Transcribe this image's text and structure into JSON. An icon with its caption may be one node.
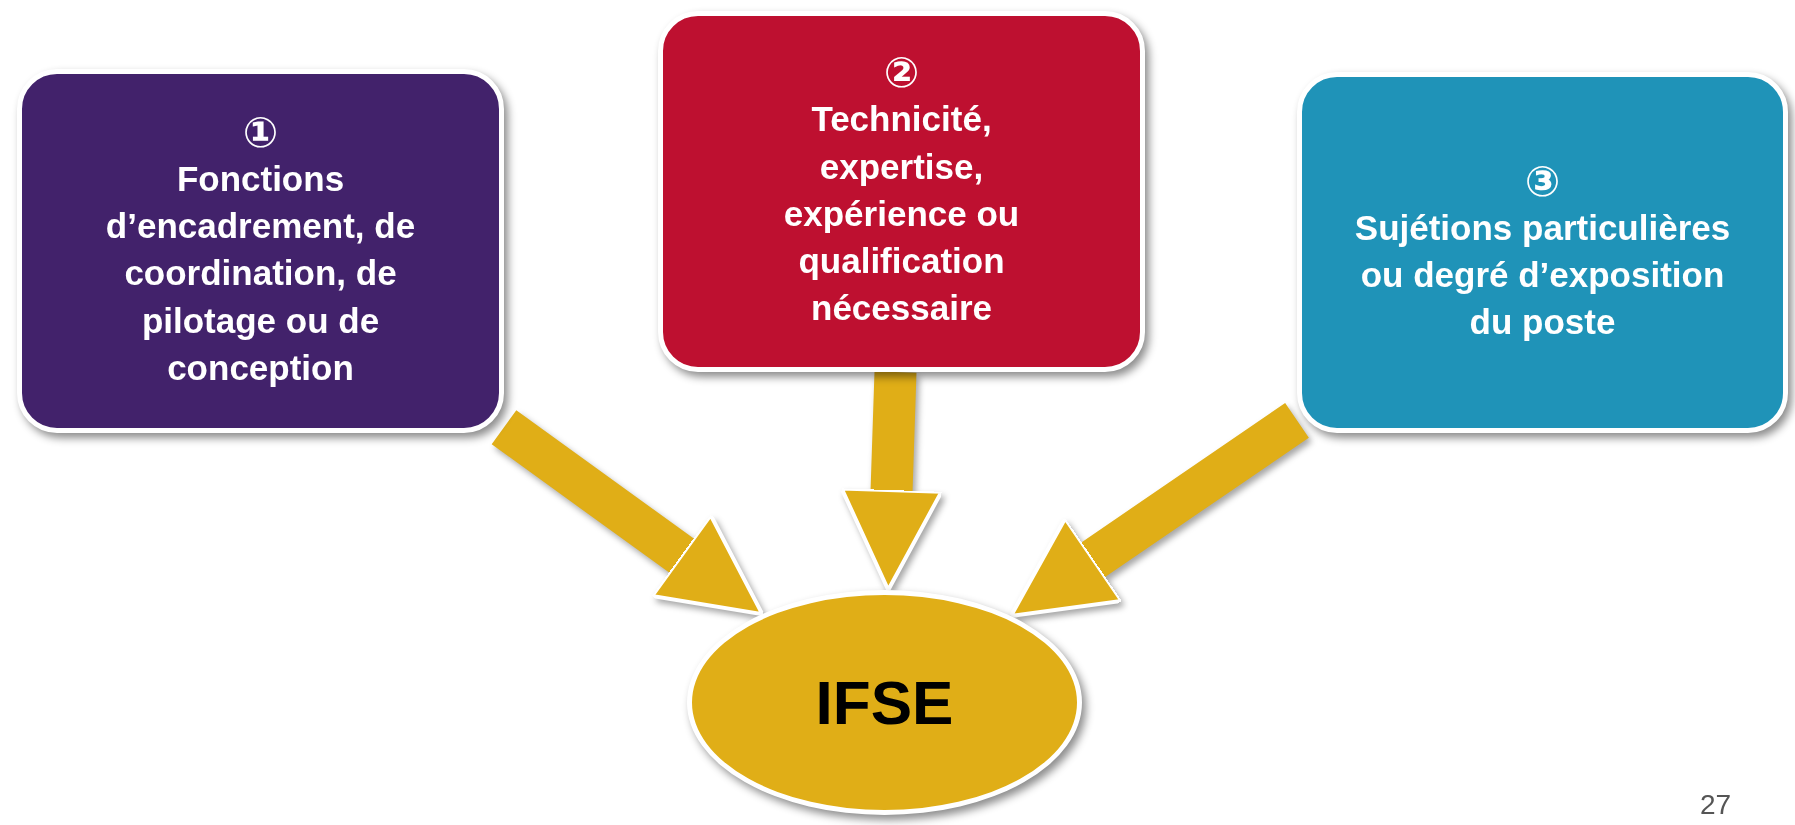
{
  "diagram": {
    "nodes": [
      {
        "text": [
          "①",
          "Fonctions d’encadrement, de coordination, de pilotage ou de conception"
        ]
      },
      {
        "text": [
          "②",
          "Technicité, expertise, expérience ou qualification nécessaire"
        ]
      },
      {
        "text": [
          "③",
          "Sujétions particulières ou degré d’exposition du poste"
        ]
      },
      {
        "text": [
          "IFSE"
        ]
      }
    ],
    "edges": [
      {
        "from": 0,
        "to": 3,
        "arrow": "to"
      },
      {
        "from": 1,
        "to": 3,
        "arrow": "to"
      },
      {
        "from": 2,
        "to": 3,
        "arrow": "to"
      }
    ],
    "labels": [
      "27"
    ]
  }
}
